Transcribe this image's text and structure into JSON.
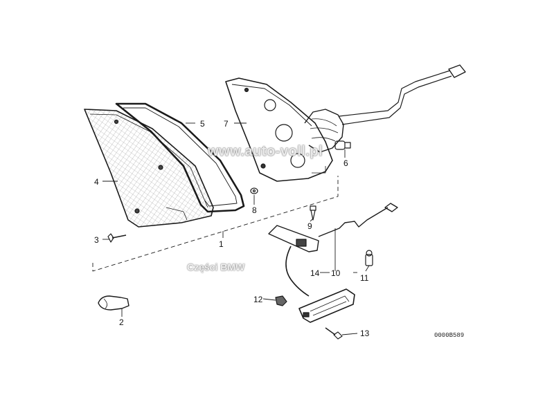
{
  "callouts": {
    "c1": "1",
    "c2": "2",
    "c3": "3",
    "c4": "4",
    "c5": "5",
    "c6": "6",
    "c7": "7",
    "c8": "8",
    "c9": "9",
    "c10": "10",
    "c11": "11",
    "c12": "12",
    "c13": "13",
    "c14": "14"
  },
  "watermark": {
    "url": "www.auto-voll.pl",
    "brand": "Części BMW"
  },
  "diagram_code": "0000B589",
  "colors": {
    "line": "#1a1a1a",
    "background": "#ffffff"
  }
}
